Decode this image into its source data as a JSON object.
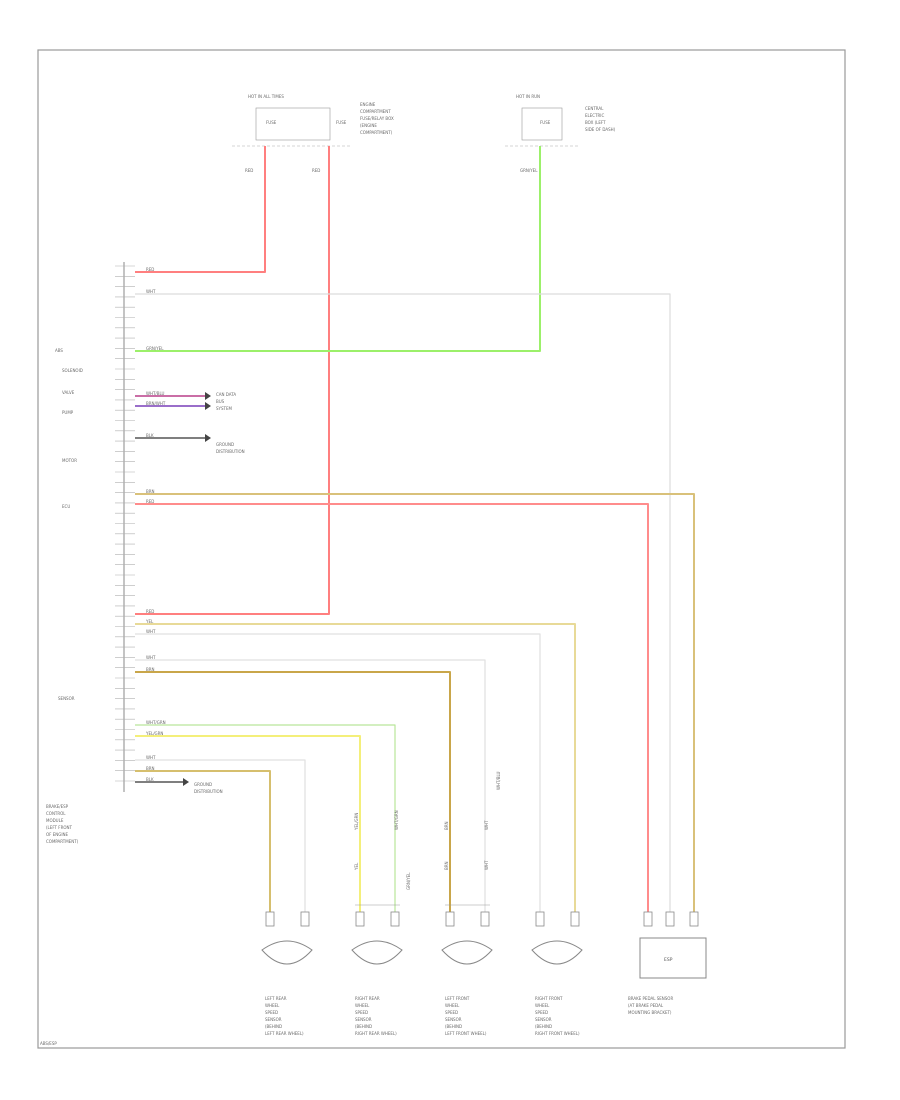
{
  "fuse_boxes": {
    "left": {
      "title": "HOT IN ALL TIMES",
      "fuse_a": "FUSE",
      "fuse_b": "FUSE",
      "wire_color": "RED"
    },
    "left_desc": [
      "ENGINE",
      "COMPARTMENT",
      "FUSE/RELAY BOX",
      "(ENGINE",
      "COMPARTMENT)"
    ],
    "right": {
      "title": "HOT IN RUN",
      "fuse": "FUSE",
      "wire_color": "GRN/YEL"
    },
    "right_desc": [
      "CENTRAL",
      "ELECTRIC",
      "BOX (LEFT",
      "SIDE OF DASH)"
    ]
  },
  "module": {
    "label_lines": [
      "BRAKE/ESP",
      "CONTROL",
      "MODULE",
      "(LEFT FRONT",
      "OF ENGINE",
      "COMPARTMENT)"
    ],
    "side_labels": [
      "ABS",
      "SOLENOID",
      "VALVE",
      "PUMP",
      "MOTOR",
      "ECU"
    ],
    "lower_label": "SENSOR"
  },
  "wires": {
    "red": "RED",
    "wht": "WHT",
    "grnyel": "GRN/YEL",
    "blk": "BLK",
    "brn": "BRN",
    "yel": "YEL",
    "wht_grn": "WHT/GRN",
    "yel_grn": "YEL/GRN",
    "wht_blu": "WHT/BLU",
    "brn_wht": "BRN/WHT"
  },
  "off_page": {
    "can": [
      "CAN DATA",
      "BUS",
      "SYSTEM"
    ],
    "ground": [
      "GROUND",
      "DISTRIBUTION"
    ],
    "ground2": [
      "GROUND",
      "DISTRIBUTION"
    ]
  },
  "sensors": [
    {
      "lines": [
        "LEFT REAR",
        "WHEEL",
        "SPEED",
        "SENSOR",
        "(BEHIND",
        "LEFT REAR WHEEL)"
      ]
    },
    {
      "lines": [
        "RIGHT REAR",
        "WHEEL",
        "SPEED",
        "SENSOR",
        "(BEHIND",
        "RIGHT REAR WHEEL)"
      ]
    },
    {
      "lines": [
        "LEFT FRONT",
        "WHEEL",
        "SPEED",
        "SENSOR",
        "(BEHIND",
        "LEFT FRONT WHEEL)"
      ]
    },
    {
      "lines": [
        "RIGHT FRONT",
        "WHEEL",
        "SPEED",
        "SENSOR",
        "(BEHIND",
        "RIGHT FRONT WHEEL)"
      ]
    }
  ],
  "yaw": {
    "box_label": "ESP",
    "lines": [
      "BRAKE PEDAL SENSOR",
      "(AT BRAKE PEDAL",
      "MOUNTING BRACKET)"
    ]
  },
  "footer": "ABS/ESP"
}
